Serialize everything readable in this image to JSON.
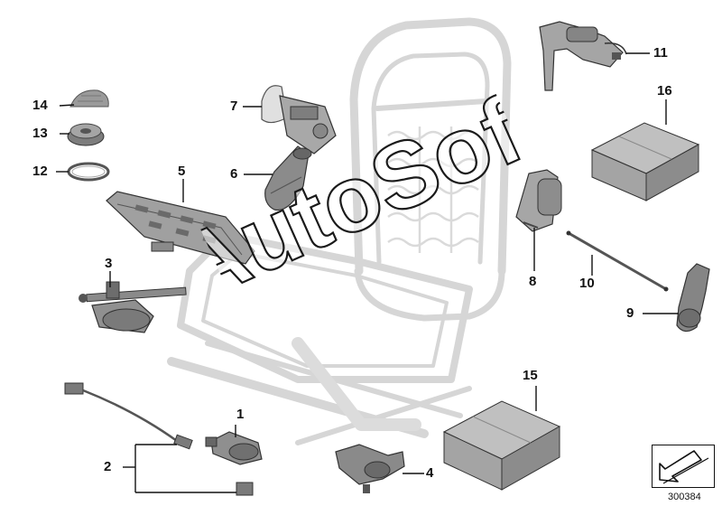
{
  "watermark": {
    "text": "AutoSoft"
  },
  "diagram_id": "300384",
  "callouts": [
    {
      "id": "1",
      "label": "1"
    },
    {
      "id": "2",
      "label": "2"
    },
    {
      "id": "3",
      "label": "3"
    },
    {
      "id": "4",
      "label": "4"
    },
    {
      "id": "5",
      "label": "5"
    },
    {
      "id": "6",
      "label": "6"
    },
    {
      "id": "7",
      "label": "7"
    },
    {
      "id": "8",
      "label": "8"
    },
    {
      "id": "9",
      "label": "9"
    },
    {
      "id": "10",
      "label": "10"
    },
    {
      "id": "11",
      "label": "11"
    },
    {
      "id": "12",
      "label": "12"
    },
    {
      "id": "13",
      "label": "13"
    },
    {
      "id": "14",
      "label": "14"
    },
    {
      "id": "15",
      "label": "15"
    },
    {
      "id": "16",
      "label": "16"
    }
  ],
  "colors": {
    "seat_frame": "#d8d8d8",
    "part_grey": "#8a8a8a",
    "part_dark": "#4a4a4a",
    "box_top": "#b9b9b9",
    "box_front": "#a3a3a3",
    "box_side": "#8c8c8c",
    "leader": "#111111"
  }
}
